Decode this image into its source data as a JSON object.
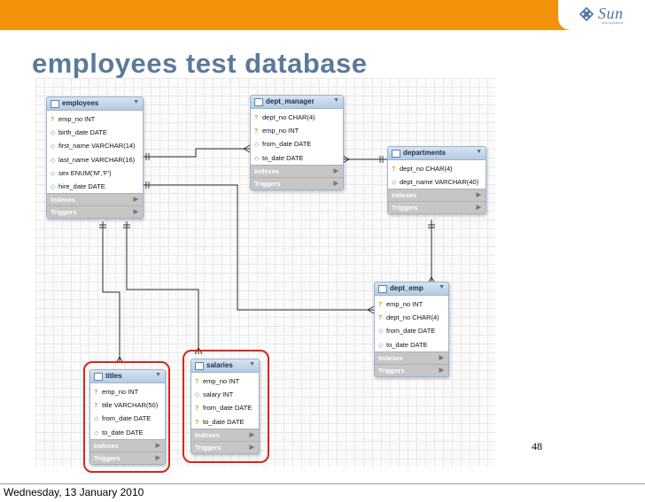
{
  "slide": {
    "title": "employees test database",
    "footer_date": "Wednesday, 13 January 2010",
    "page_number": "48",
    "logo": {
      "text": "Sun",
      "subtext": "microsystems",
      "icon": "sun-logo-icon"
    },
    "colors": {
      "top_bar": "#f1920a",
      "title": "#5b7a99",
      "highlight": "#d8261c"
    }
  },
  "er_diagram": {
    "tables": {
      "employees": {
        "name": "employees",
        "columns": [
          {
            "key": true,
            "text": "emp_no INT"
          },
          {
            "key": false,
            "text": "birth_date DATE"
          },
          {
            "key": false,
            "text": "first_name VARCHAR(14)"
          },
          {
            "key": false,
            "text": "last_name VARCHAR(16)"
          },
          {
            "key": false,
            "text": "sex ENUM('M','F')"
          },
          {
            "key": false,
            "text": "hire_date DATE"
          }
        ],
        "sections": [
          "Indexes",
          "Triggers"
        ]
      },
      "dept_manager": {
        "name": "dept_manager",
        "columns": [
          {
            "key": true,
            "text": "dept_no CHAR(4)"
          },
          {
            "key": true,
            "text": "emp_no INT"
          },
          {
            "key": false,
            "text": "from_date DATE"
          },
          {
            "key": false,
            "text": "to_date DATE"
          }
        ],
        "sections": [
          "Indexes",
          "Triggers"
        ]
      },
      "departments": {
        "name": "departments",
        "columns": [
          {
            "key": true,
            "text": "dept_no CHAR(4)"
          },
          {
            "key": false,
            "text": "dept_name VARCHAR(40)"
          }
        ],
        "sections": [
          "Indexes",
          "Triggers"
        ]
      },
      "dept_emp": {
        "name": "dept_emp",
        "columns": [
          {
            "key": true,
            "text": "emp_no INT"
          },
          {
            "key": true,
            "text": "dept_no CHAR(4)"
          },
          {
            "key": false,
            "text": "from_date DATE"
          },
          {
            "key": false,
            "text": "to_date DATE"
          }
        ],
        "sections": [
          "Indexes",
          "Triggers"
        ]
      },
      "titles": {
        "name": "titles",
        "columns": [
          {
            "key": true,
            "text": "emp_no INT"
          },
          {
            "key": true,
            "text": "title VARCHAR(50)"
          },
          {
            "key": false,
            "text": "from_date DATE"
          },
          {
            "key": false,
            "text": "to_date DATE"
          }
        ],
        "sections": [
          "Indexes",
          "Triggers"
        ]
      },
      "salaries": {
        "name": "salaries",
        "columns": [
          {
            "key": true,
            "text": "emp_no INT"
          },
          {
            "key": false,
            "text": "salary INT"
          },
          {
            "key": true,
            "text": "from_date DATE"
          },
          {
            "key": true,
            "text": "to_date DATE"
          }
        ],
        "sections": [
          "Indexes",
          "Triggers"
        ]
      }
    },
    "relationships": [
      {
        "from": "employees",
        "to": "dept_manager"
      },
      {
        "from": "departments",
        "to": "dept_manager"
      },
      {
        "from": "employees",
        "to": "dept_emp"
      },
      {
        "from": "departments",
        "to": "dept_emp"
      },
      {
        "from": "employees",
        "to": "titles"
      },
      {
        "from": "employees",
        "to": "salaries"
      }
    ],
    "highlighted_tables": [
      "titles",
      "salaries"
    ]
  }
}
